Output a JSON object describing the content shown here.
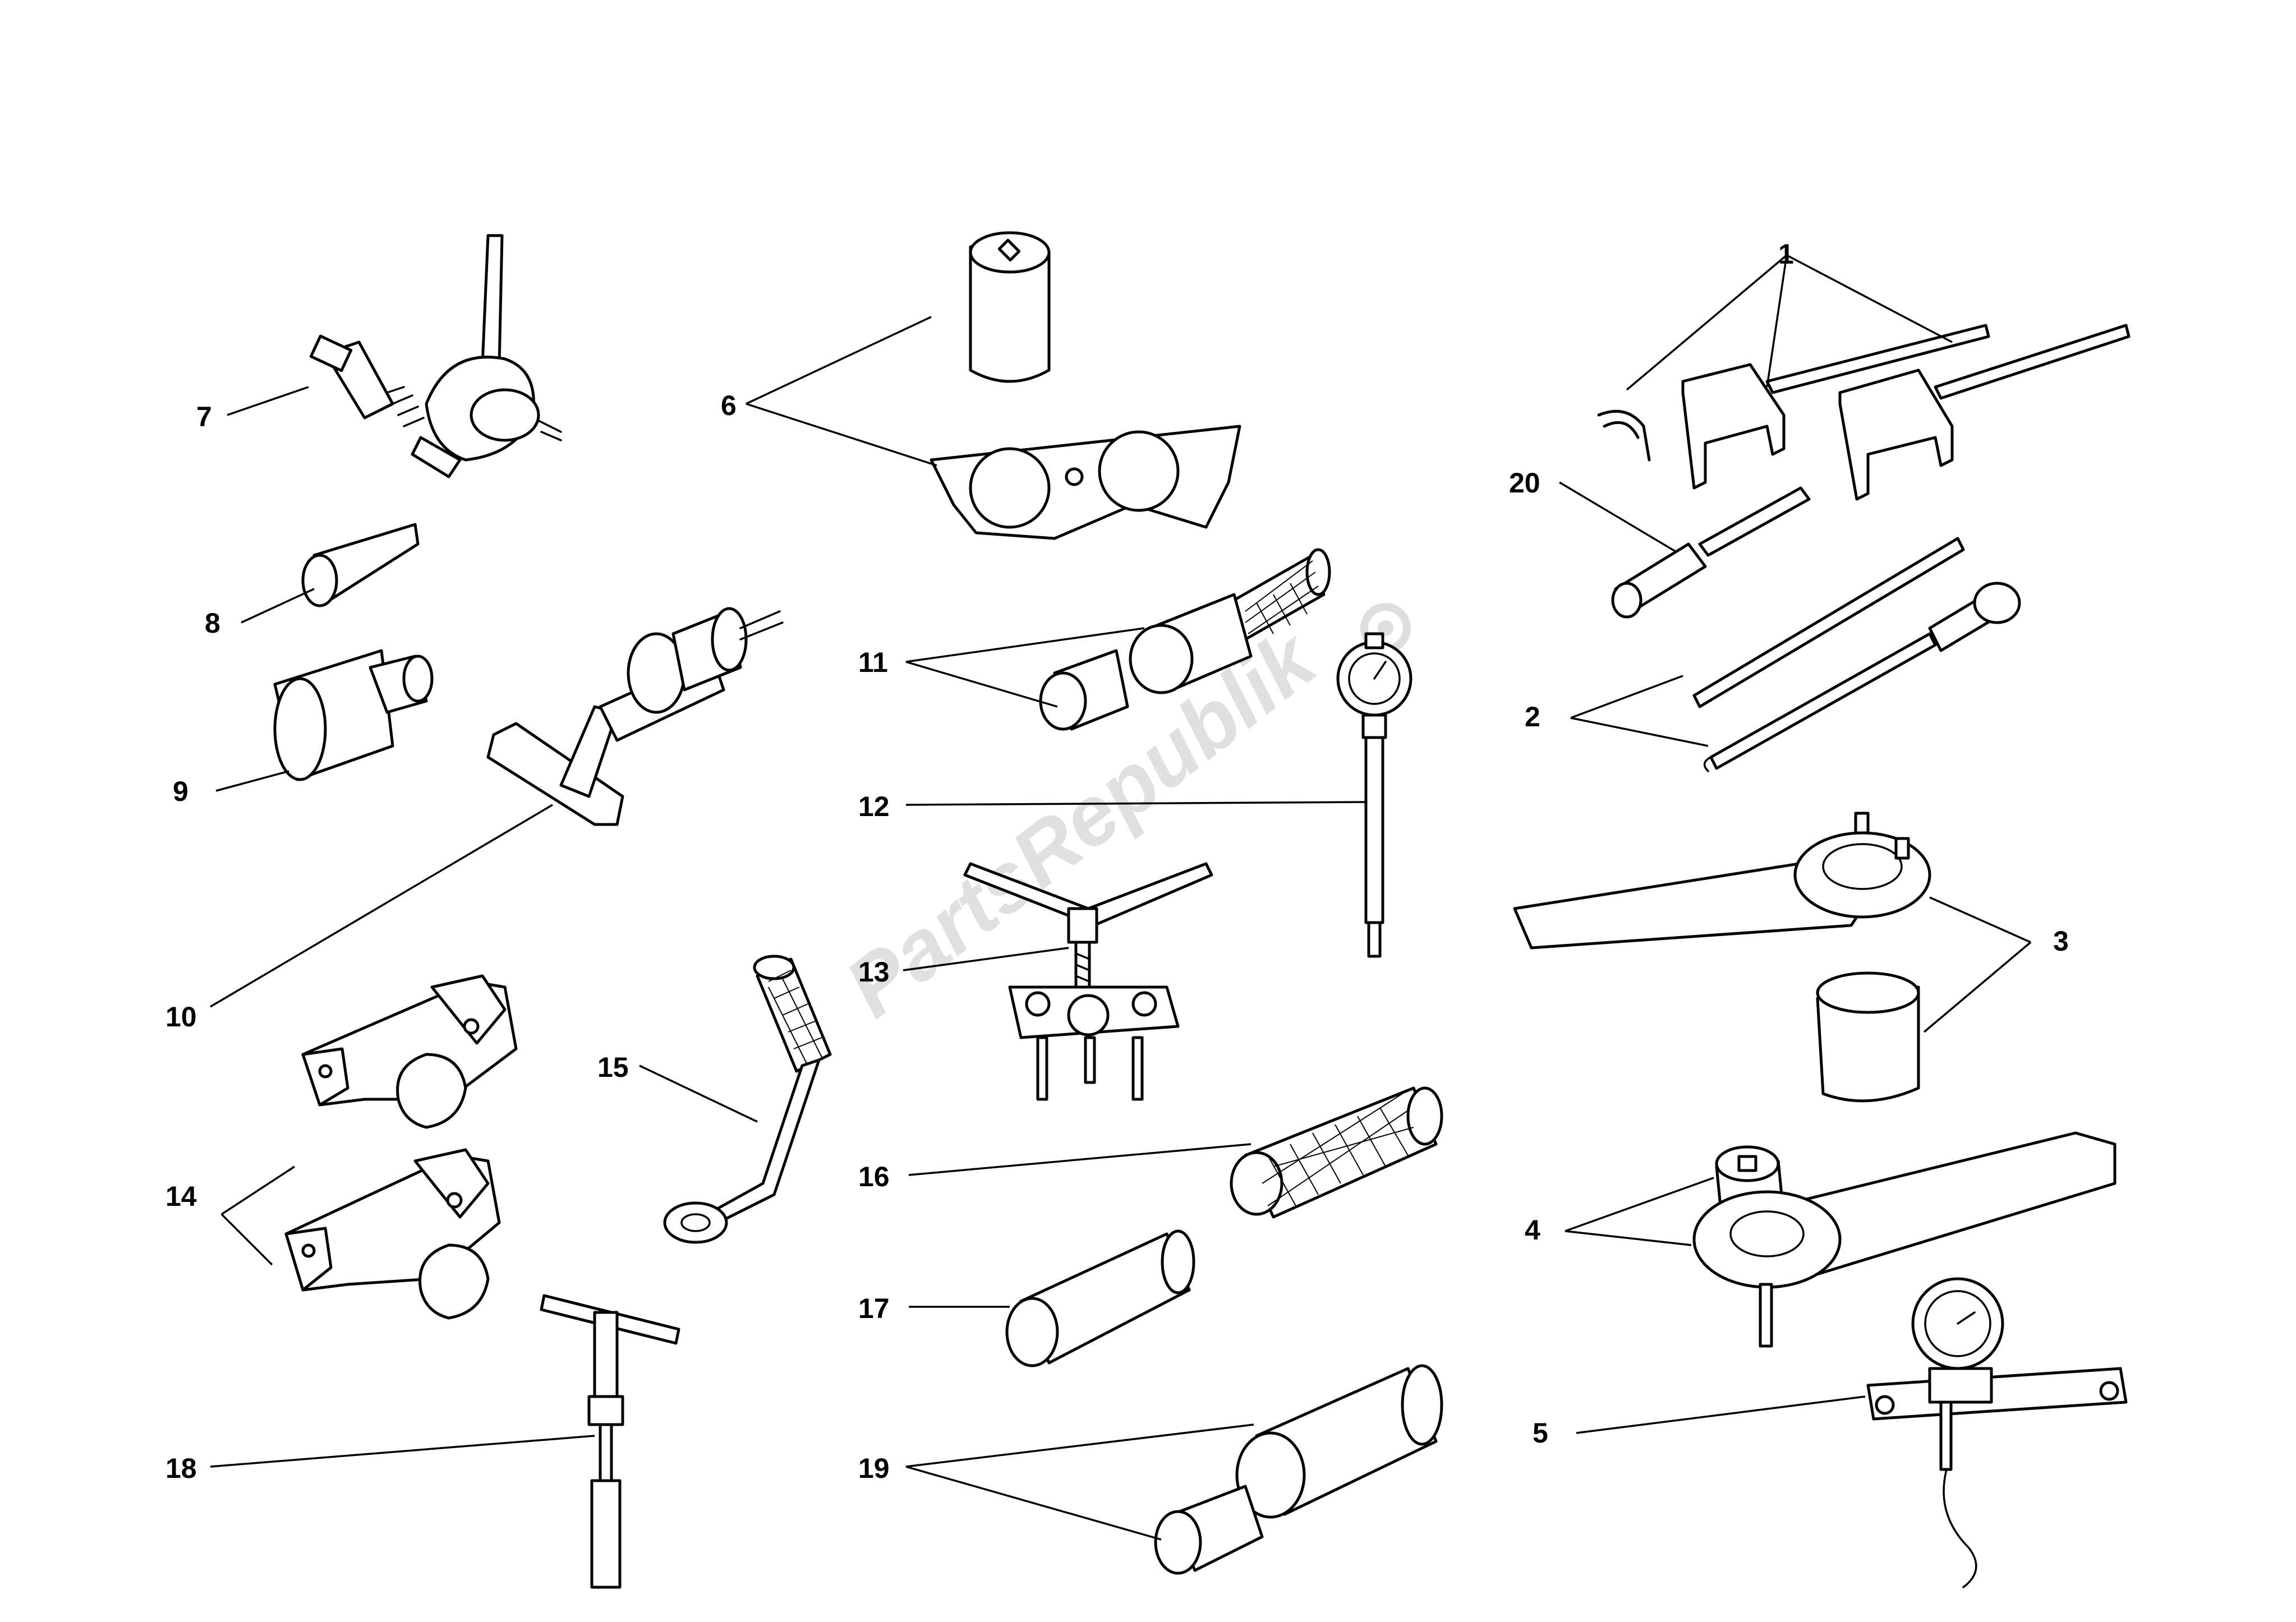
{
  "watermark": {
    "text": "PartsRepublik",
    "color": "#c8c8c8"
  },
  "callouts": [
    {
      "id": "1",
      "label": "1"
    },
    {
      "id": "2",
      "label": "2"
    },
    {
      "id": "3",
      "label": "3"
    },
    {
      "id": "4",
      "label": "4"
    },
    {
      "id": "5",
      "label": "5"
    },
    {
      "id": "6",
      "label": "6"
    },
    {
      "id": "7",
      "label": "7"
    },
    {
      "id": "8",
      "label": "8"
    },
    {
      "id": "9",
      "label": "9"
    },
    {
      "id": "10",
      "label": "10"
    },
    {
      "id": "11",
      "label": "11"
    },
    {
      "id": "12",
      "label": "12"
    },
    {
      "id": "13",
      "label": "13"
    },
    {
      "id": "14",
      "label": "14"
    },
    {
      "id": "15",
      "label": "15"
    },
    {
      "id": "16",
      "label": "16"
    },
    {
      "id": "17",
      "label": "17"
    },
    {
      "id": "18",
      "label": "18"
    },
    {
      "id": "19",
      "label": "19"
    },
    {
      "id": "20",
      "label": "20"
    }
  ]
}
